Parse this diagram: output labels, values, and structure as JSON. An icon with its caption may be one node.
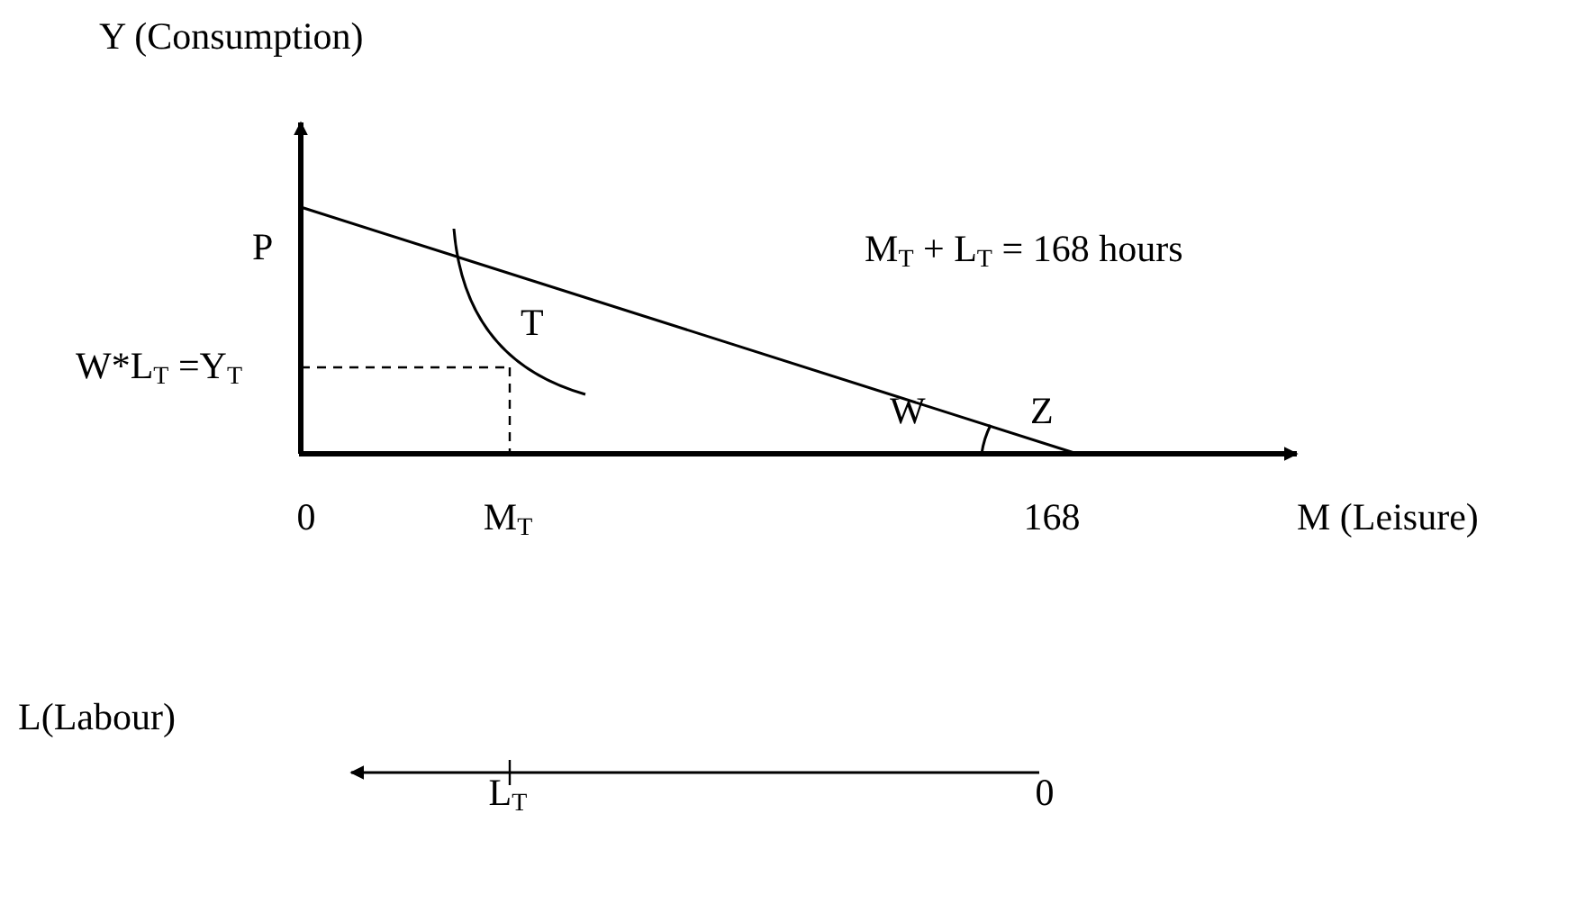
{
  "diagram": {
    "labels": [
      "Y (Consumption)",
      "P",
      "T",
      "M$_{T}$ + L$_{T}$ = 168 hours",
      "W*L$_{T}$ =Y$_{T}$",
      "W",
      "Z",
      "0",
      "M$_{T}$",
      "168",
      "M (Leisure)",
      "L(Labour)",
      "L$_{T}$",
      "0"
    ]
  }
}
